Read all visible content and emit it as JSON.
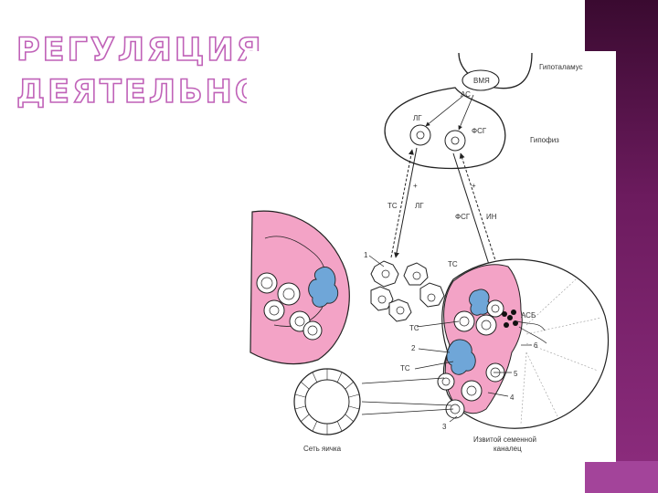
{
  "slide": {
    "title_line1": "РЕГУЛЯЦИЯ",
    "title_line2": "ДЕЯТЕЛЬНОСТИ ЯИЧЕК"
  },
  "diagram": {
    "labels": {
      "hypothalamus": "Гипоталамус",
      "vma": "ВМЯ",
      "as_top": "АС",
      "lg_cell": "ЛГ",
      "fsg_cell": "ФСГ",
      "hypophysis": "Гипофиз",
      "plus1": "+",
      "plus2": "+",
      "ts_left": "ТС",
      "lg_left": "ЛГ",
      "fsg_right": "ФСГ",
      "in_right": "ИН",
      "n1": "1",
      "ts_mid": "ТС",
      "ts_a": "ТС",
      "n2": "2",
      "ts_b": "ТС",
      "asb": "АСБ",
      "n6": "6",
      "n5": "5",
      "n4": "4",
      "n3": "3",
      "rete": "Сеть яичка",
      "tubule_1": "Извитой семенной",
      "tubule_2": "каналец"
    },
    "colors": {
      "cytoplasm_pink": "#f3a3c6",
      "nucleus_blue": "#6fa6d8",
      "outline": "#222222"
    }
  }
}
